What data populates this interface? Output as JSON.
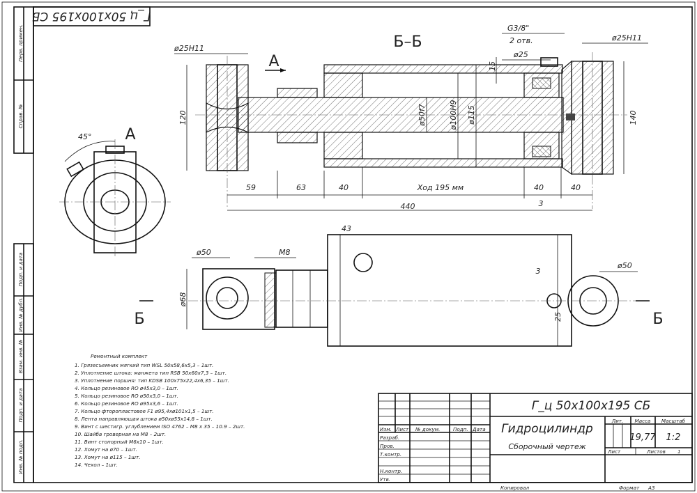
{
  "stamp_rotated": "Г_ц 50x100x195 СБ",
  "side_strip": {
    "top": [
      "Перв. примен.",
      "Справ. №"
    ],
    "bottom": [
      "Подп. и дата",
      "Инв. № дубл.",
      "Взам. инв. №",
      "Подп. и дата",
      "Инв. № подл."
    ]
  },
  "views": {
    "section_label": "Б–Б",
    "view_a_label": "А",
    "section_mark": "Б",
    "angle": "45°"
  },
  "dimensions": {
    "bore_left": "ø25H11",
    "bore_right": "ø25H11",
    "port_thread": "G3/8\"",
    "port_count": "2 отв.",
    "port_dia": "ø25",
    "port_height": "15",
    "eye_height": "120",
    "cap_height": "140",
    "rod_dia": "ø50f7",
    "bore_dia": "ø100H9",
    "tube_dia": "ø115",
    "d59": "59",
    "d63": "63",
    "d40a": "40",
    "stroke": "Ход 195 мм",
    "d40b": "40",
    "d40c": "40",
    "d3": "3",
    "total": "440",
    "d43": "43",
    "eye_dia_left": "ø50",
    "bolt": "M8",
    "nut_dia": "ø68",
    "d3b": "3",
    "d25": "25",
    "eye_dia_right": "ø50"
  },
  "repair_kit": {
    "title": "Ремонтный комплект",
    "items": [
      "1. Грязесъемник мягкий тип WSL 50x58,6x5,3 – 1шт.",
      "2. Уплотнение штока: манжета тип RSB 50x60x7,3 – 1шт.",
      "3. Уплотнение поршня: тип KDSB 100x75x22,4x6,35 – 1шт.",
      "4. Кольцо резиновое RO ø45x3,0 – 1шт.",
      "5. Кольцо резиновое RO ø50x3,0 – 1шт.",
      "6. Кольцо резиновое RO ø95x3,6 – 1шт.",
      "7. Кольцо фторопластовое F1 ø95,4xø101x1,5 – 1шт.",
      "8. Лента направляющая штока ø50xø55x14,8 – 1шт.",
      "9. Винт с шестигр. углублением ISO 4762 – M8 x 35 – 10.9 – 2шт.",
      "10. Шайба гроверная на M8 – 2шт.",
      "11. Винт стопорный M6x10 – 1шт.",
      "12. Хомут на ø70 – 1шт.",
      "13. Хомут на ø115 – 1шт.",
      "14. Чехол – 1шт."
    ]
  },
  "title_block": {
    "designation": "Г_ц 50x100x195 СБ",
    "name": "Гидроцилиндр",
    "doc_type": "Сборочный чертеж",
    "headers": [
      "Изм.",
      "Лист",
      "№ докум.",
      "Подп.",
      "Дата"
    ],
    "roles": [
      "Разраб.",
      "Пров.",
      "Т.контр.",
      "",
      "Н.контр.",
      "Утв."
    ],
    "lit_label": "Лит.",
    "mass_label": "Масса",
    "scale_label": "Масштаб",
    "mass": "19,77",
    "scale": "1:2",
    "sheet_label": "Лист",
    "sheets_label": "Листов",
    "sheets": "1",
    "copied": "Копировал",
    "format_label": "Формат",
    "format": "А3"
  }
}
